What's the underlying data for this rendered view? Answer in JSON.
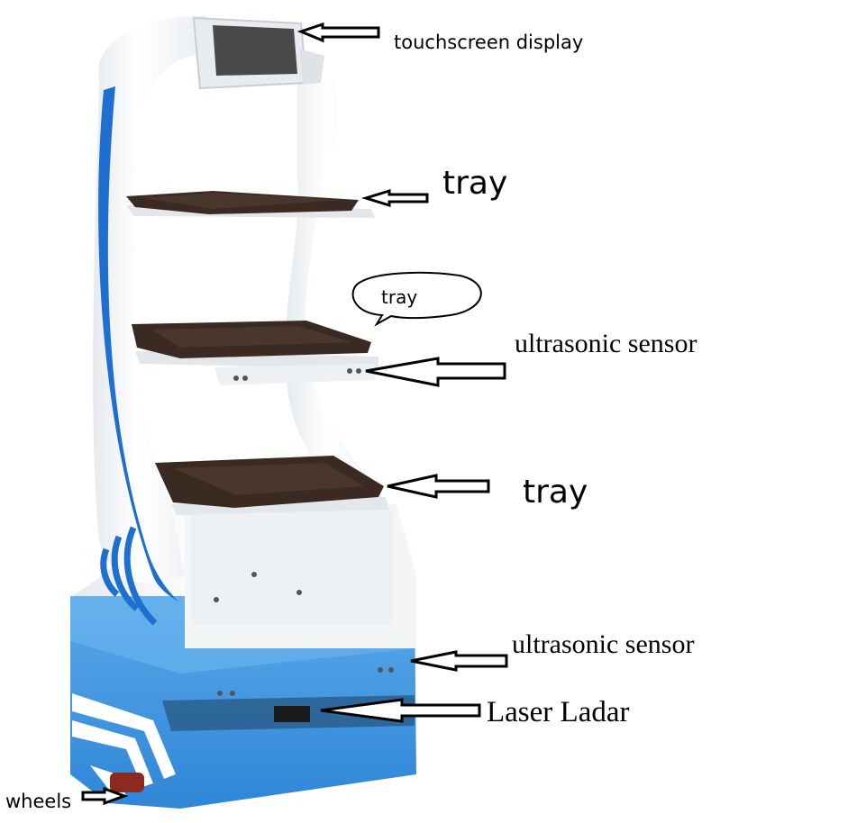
{
  "labels": {
    "touchscreen": "touchscreen display",
    "tray_top": "tray",
    "tray_bubble": "tray",
    "ultrasonic_upper": "ultrasonic sensor",
    "tray_bottom": "tray",
    "ultrasonic_lower": "ultrasonic sensor",
    "laser": "Laser Ladar",
    "wheels": "wheels"
  },
  "colors": {
    "body_white": "#f4f6f8",
    "accent_blue": "#1f6fd0",
    "base_blue": "#3d93e0",
    "tray_brown": "#3a2a22",
    "screen_dark": "#4a4a4a"
  }
}
